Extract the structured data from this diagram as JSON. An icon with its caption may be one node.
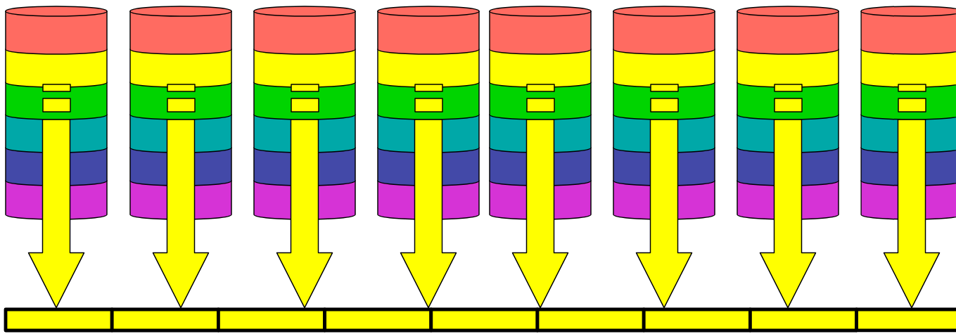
{
  "diagram": {
    "nodes": [
      {
        "text": [],
        "shape": "cylinder"
      },
      {
        "text": [],
        "shape": "cylinder"
      },
      {
        "text": [],
        "shape": "cylinder"
      },
      {
        "text": [],
        "shape": "cylinder"
      },
      {
        "text": [],
        "shape": "cylinder"
      },
      {
        "text": [],
        "shape": "cylinder"
      },
      {
        "text": [],
        "shape": "cylinder"
      },
      {
        "text": [],
        "shape": "cylinder"
      },
      {
        "text": [],
        "shape": "box"
      },
      {
        "text": [],
        "shape": "box"
      },
      {
        "text": [],
        "shape": "box"
      },
      {
        "text": [],
        "shape": "box"
      },
      {
        "text": [],
        "shape": "box"
      },
      {
        "text": [],
        "shape": "box"
      },
      {
        "text": [],
        "shape": "box"
      },
      {
        "text": [],
        "shape": "box"
      },
      {
        "text": [],
        "shape": "box"
      }
    ],
    "edges": [
      {
        "from": 0,
        "to": 8,
        "arrow": "to"
      },
      {
        "from": 1,
        "to": 9,
        "arrow": "to"
      },
      {
        "from": 2,
        "to": 10,
        "arrow": "to"
      },
      {
        "from": 3,
        "to": 11,
        "arrow": "to"
      },
      {
        "from": 4,
        "to": 13,
        "arrow": "to"
      },
      {
        "from": 5,
        "to": 14,
        "arrow": "to"
      },
      {
        "from": 6,
        "to": 15,
        "arrow": "to"
      },
      {
        "from": 7,
        "to": 16,
        "arrow": "to"
      }
    ]
  }
}
